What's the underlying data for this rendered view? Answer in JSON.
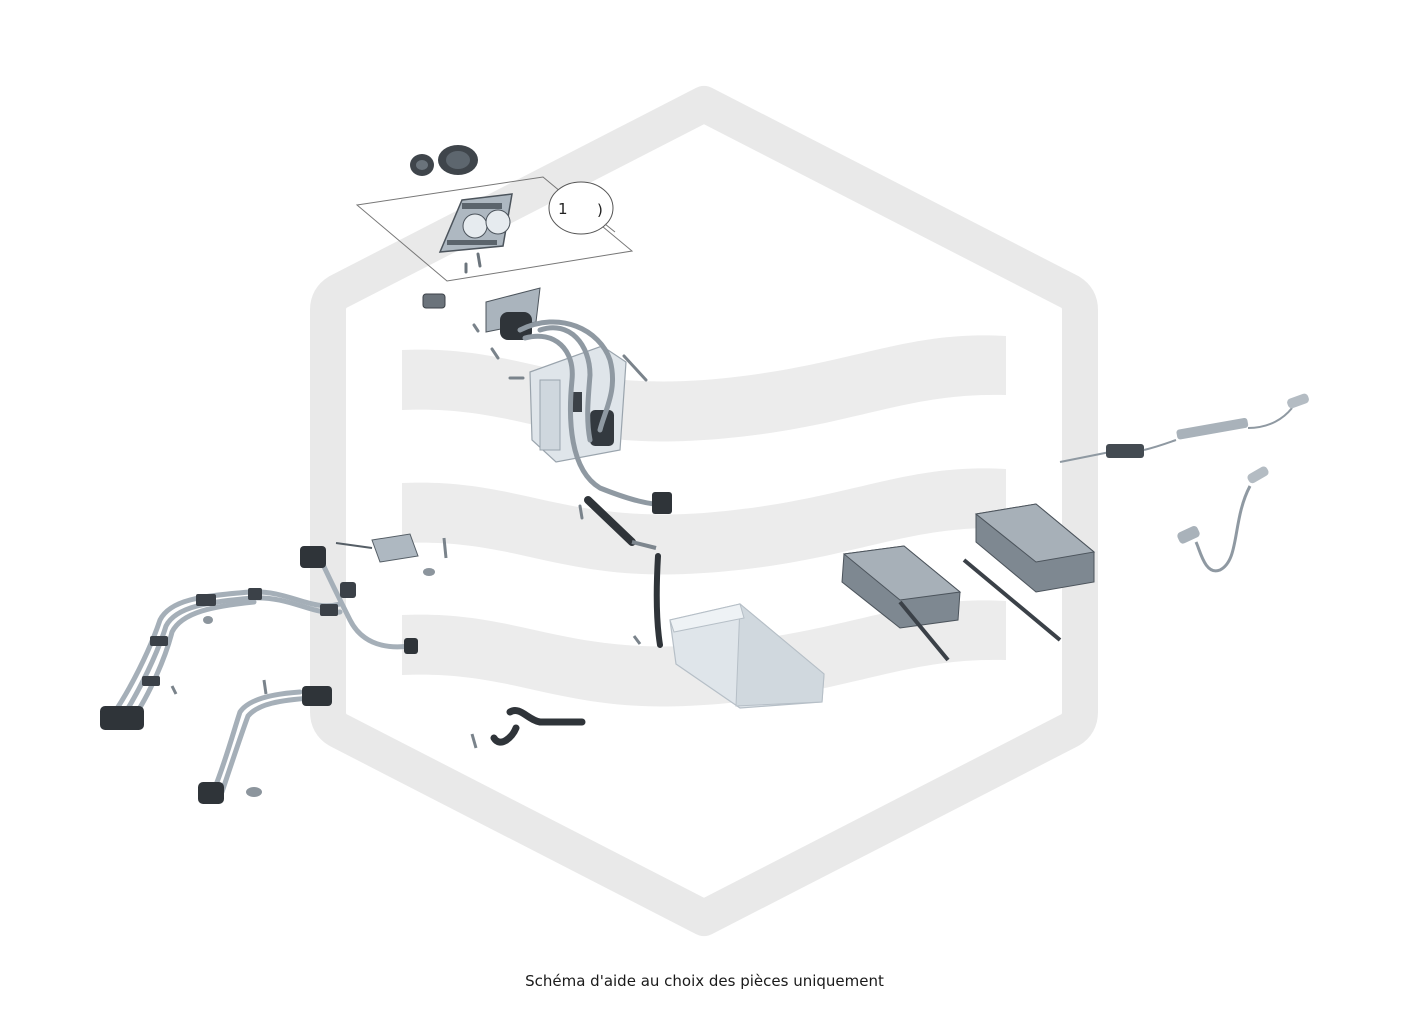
{
  "caption": "Schéma d'aide au choix des pièces uniquement",
  "callouts": [
    {
      "id": "1",
      "text": "1"
    }
  ],
  "watermark": {
    "color": "#e8e8e8"
  },
  "colors": {
    "part_fill": "#c9d2da",
    "part_stroke": "#6e7a84",
    "dark_part": "#3b4148",
    "box_fill": "#7e8891",
    "line": "#555555"
  }
}
